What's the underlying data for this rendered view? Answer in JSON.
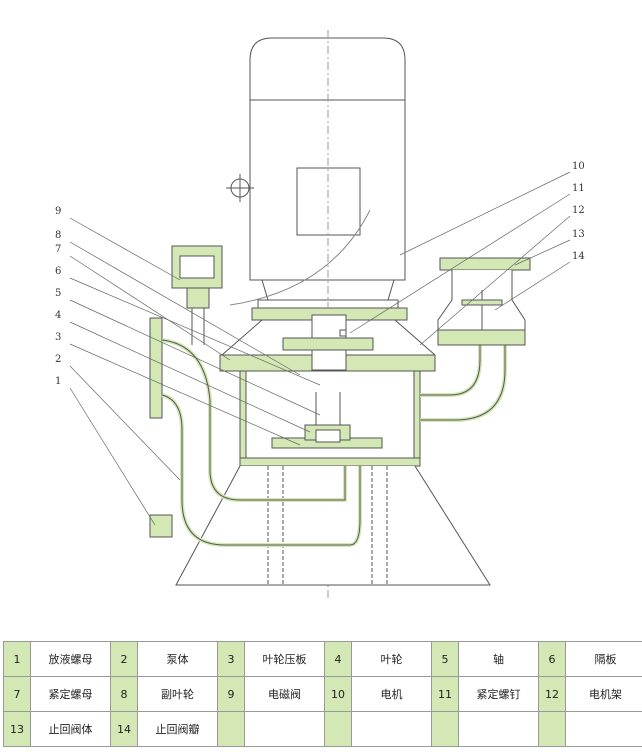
{
  "callouts_left": [
    "9",
    "8",
    "7",
    "6",
    "5",
    "4",
    "3",
    "2",
    "1"
  ],
  "callouts_right": [
    "10",
    "11",
    "12",
    "13",
    "14"
  ],
  "parts_table": [
    [
      {
        "num": "1",
        "name": "放液螺母"
      },
      {
        "num": "2",
        "name": "泵体"
      },
      {
        "num": "3",
        "name": "叶轮压板"
      },
      {
        "num": "4",
        "name": "叶轮"
      },
      {
        "num": "5",
        "name": "轴"
      },
      {
        "num": "6",
        "name": "隔板"
      }
    ],
    [
      {
        "num": "7",
        "name": "紧定螺母"
      },
      {
        "num": "8",
        "name": "副叶轮"
      },
      {
        "num": "9",
        "name": "电磁阀"
      },
      {
        "num": "10",
        "name": "电机"
      },
      {
        "num": "11",
        "name": "紧定螺钉"
      },
      {
        "num": "12",
        "name": "电机架"
      }
    ],
    [
      {
        "num": "13",
        "name": "止回阀体"
      },
      {
        "num": "14",
        "name": "止回阀瓣"
      },
      {
        "num": "",
        "name": ""
      },
      {
        "num": "",
        "name": ""
      },
      {
        "num": "",
        "name": ""
      },
      {
        "num": "",
        "name": ""
      }
    ]
  ],
  "colors": {
    "section_fill": "#d3e8b4",
    "line": "#555555"
  }
}
